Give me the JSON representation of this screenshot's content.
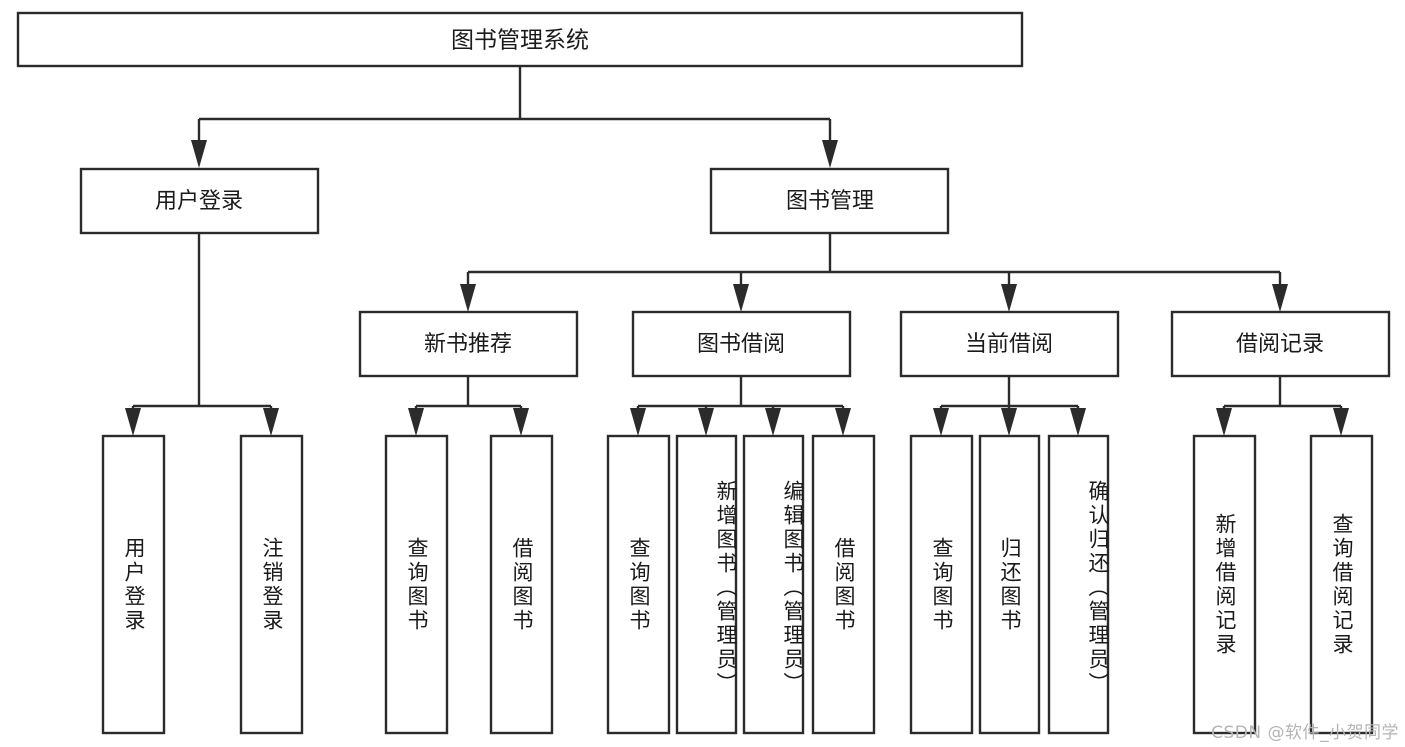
{
  "diagram": {
    "title": "图书管理系统",
    "type": "hierarchy-tree",
    "orientation": "top-down",
    "colors": {
      "box_fill": "#ffffff",
      "box_stroke": "#2b2b2b",
      "text": "#1a1a1a",
      "background": "#ffffff",
      "watermark": "#b5b5b5"
    },
    "root": {
      "id": "root",
      "label": "图书管理系统",
      "text_mode": "horizontal"
    },
    "level2": [
      {
        "id": "user-login",
        "label": "用户登录",
        "text_mode": "horizontal"
      },
      {
        "id": "book-manage",
        "label": "图书管理",
        "text_mode": "horizontal"
      }
    ],
    "level3": [
      {
        "id": "new-book-recommend",
        "label": "新书推荐",
        "text_mode": "horizontal"
      },
      {
        "id": "book-borrow",
        "label": "图书借阅",
        "text_mode": "horizontal"
      },
      {
        "id": "current-borrow",
        "label": "当前借阅",
        "text_mode": "horizontal"
      },
      {
        "id": "borrow-record",
        "label": "借阅记录",
        "text_mode": "horizontal"
      }
    ],
    "leaves": {
      "user-login": [
        {
          "id": "leaf-user-login",
          "label": "用户登录",
          "text_mode": "vertical"
        },
        {
          "id": "leaf-user-logout",
          "label": "注销登录",
          "text_mode": "vertical"
        }
      ],
      "new-book-recommend": [
        {
          "id": "leaf-query-book-1",
          "label": "查询图书",
          "text_mode": "vertical"
        },
        {
          "id": "leaf-borrow-book-1",
          "label": "借阅图书",
          "text_mode": "vertical"
        }
      ],
      "book-borrow": [
        {
          "id": "leaf-query-book-2",
          "label": "查询图书",
          "text_mode": "vertical"
        },
        {
          "id": "leaf-add-book",
          "label": "新增图书（管理员）",
          "text_mode": "vertical"
        },
        {
          "id": "leaf-edit-book",
          "label": "编辑图书（管理员）",
          "text_mode": "vertical"
        },
        {
          "id": "leaf-borrow-book-2",
          "label": "借阅图书",
          "text_mode": "vertical"
        }
      ],
      "current-borrow": [
        {
          "id": "leaf-query-book-3",
          "label": "查询图书",
          "text_mode": "vertical"
        },
        {
          "id": "leaf-return-book",
          "label": "归还图书",
          "text_mode": "vertical"
        },
        {
          "id": "leaf-confirm-return",
          "label": "确认归还（管理员）",
          "text_mode": "vertical"
        }
      ],
      "borrow-record": [
        {
          "id": "leaf-add-record",
          "label": "新增借阅记录",
          "text_mode": "vertical"
        },
        {
          "id": "leaf-query-record",
          "label": "查询借阅记录",
          "text_mode": "vertical"
        }
      ]
    },
    "watermark": "CSDN @软件_小贺同学"
  }
}
